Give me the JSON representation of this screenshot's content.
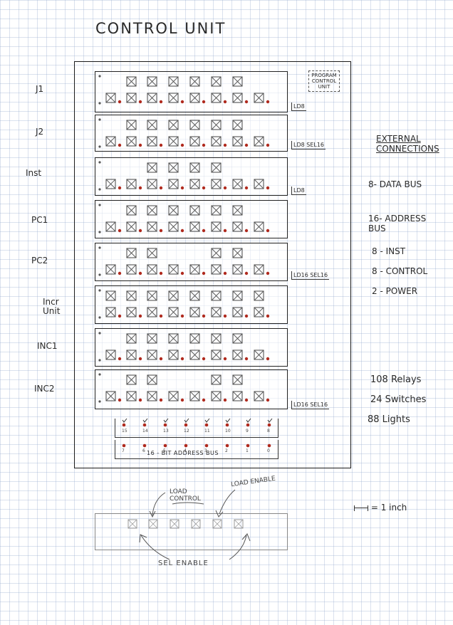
{
  "title": "CONTROL UNIT",
  "rows": [
    {
      "label": "J1",
      "side": "LD8"
    },
    {
      "label": "J2",
      "side": "LD8 SEL16"
    },
    {
      "label": "Inst",
      "side": "LD8"
    },
    {
      "label": "PC1",
      "side": ""
    },
    {
      "label": "PC2",
      "side": "LD16 SEL16"
    },
    {
      "label": "Incr Unit",
      "side": ""
    },
    {
      "label": "INC1",
      "side": ""
    },
    {
      "label": "INC2",
      "side": "LD16 SEL16"
    }
  ],
  "program_control_unit": "PROGRAM CONTROL UNIT",
  "external": {
    "heading": "EXTERNAL CONNECTIONS",
    "items": [
      "8- DATA BUS",
      "16- ADDRESS BUS",
      "8 - INST",
      "8 - CONTROL",
      "2 - POWER"
    ]
  },
  "counts": [
    "108 Relays",
    "24 Switches",
    "88 Lights"
  ],
  "address_numbers": [
    "15",
    "14",
    "13",
    "12",
    "11",
    "10",
    "9",
    "8",
    "7",
    "6",
    "5",
    "4",
    "3",
    "2",
    "1",
    "0"
  ],
  "address_label": "16 - BIT ADDRESS BUS",
  "scale": "= 1 inch",
  "bottom": {
    "load_control": "LOAD CONTROL",
    "load_enable": "LOAD ENABLE",
    "sel_enable": "SEL ENABLE"
  },
  "colors": {
    "led": "#b02a1e",
    "line": "#222222",
    "relay": "#555555"
  }
}
